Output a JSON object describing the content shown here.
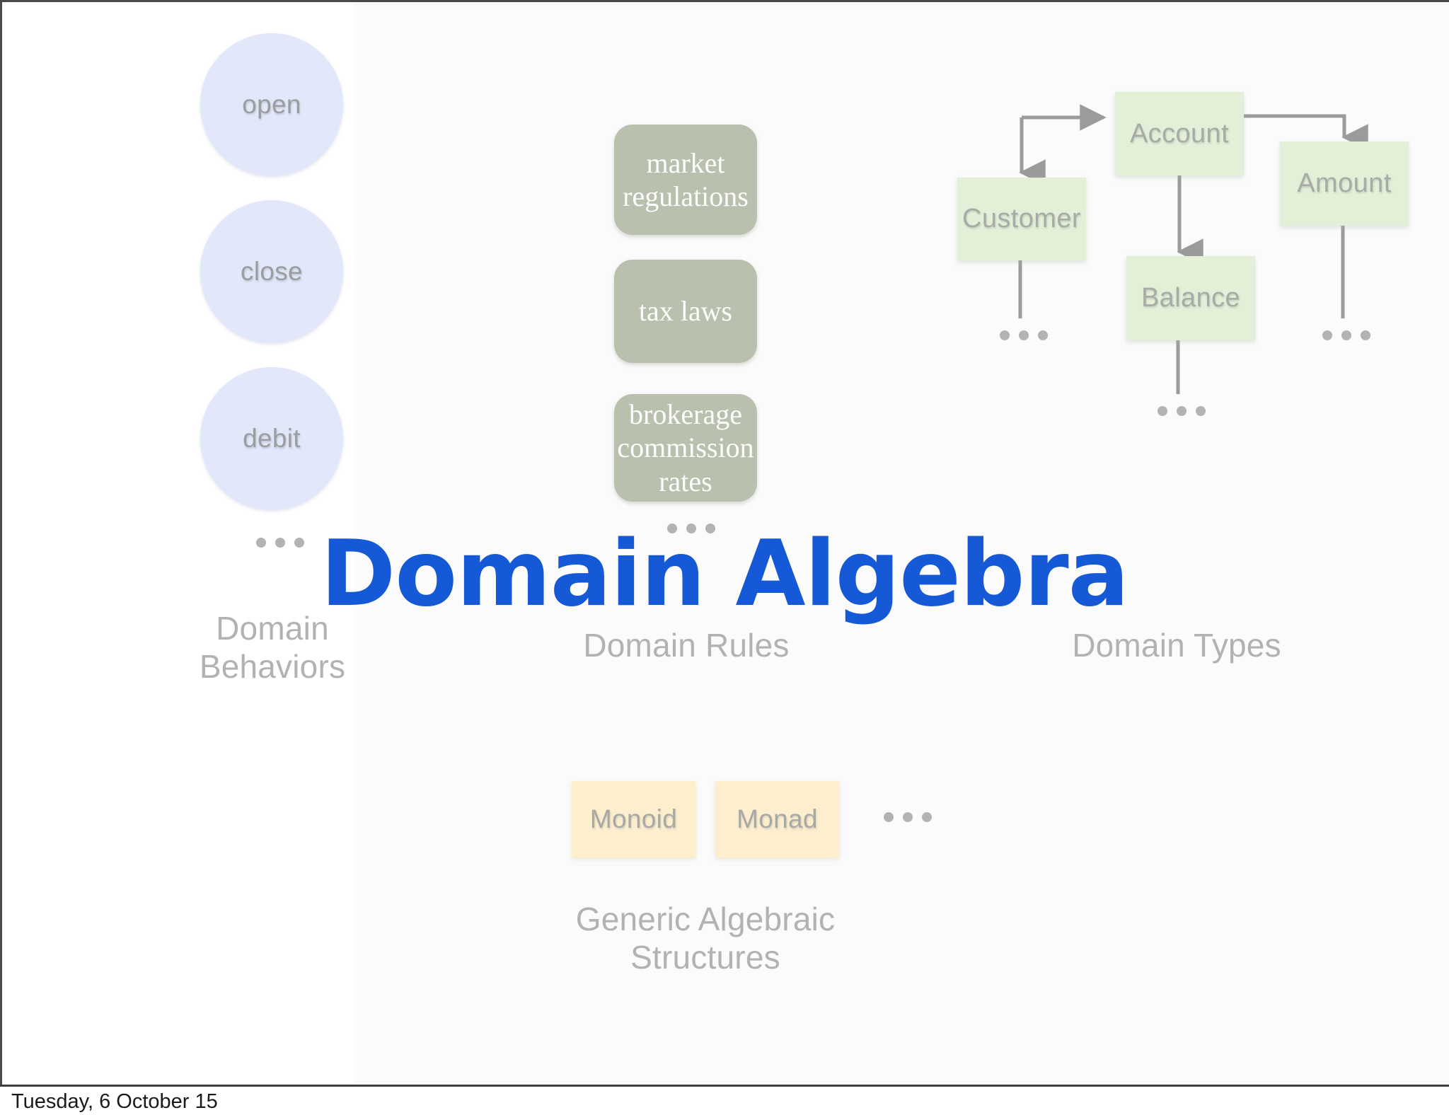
{
  "slide": {
    "title": "Domain Algebra",
    "title_color": "#1559d6",
    "background": "#ffffff",
    "footer_date": "Tuesday, 6 October 15"
  },
  "sections": {
    "behaviors": {
      "caption": "Domain\nBehaviors",
      "caption_line1": "Domain",
      "caption_line2": "Behaviors",
      "shape": "circle",
      "fill": "#e2e7fa",
      "items": [
        {
          "label": "open"
        },
        {
          "label": "close"
        },
        {
          "label": "debit"
        }
      ],
      "ellipsis": "•••"
    },
    "rules": {
      "caption": "Domain Rules",
      "shape": "rounded-rect",
      "fill": "#b9c0ad",
      "items": [
        {
          "label": "market\nregulations",
          "line1": "market",
          "line2": "regulations"
        },
        {
          "label": "tax laws",
          "line1": "tax laws",
          "line2": ""
        },
        {
          "label": "brokerage\ncommission\nrates",
          "line1": "brokerage",
          "line2": "commission",
          "line3": "rates"
        }
      ],
      "ellipsis": "•••"
    },
    "types": {
      "caption": "Domain Types",
      "shape": "rect",
      "fill": "#e3f0d7",
      "nodes": [
        {
          "id": "account",
          "label": "Account"
        },
        {
          "id": "customer",
          "label": "Customer"
        },
        {
          "id": "balance",
          "label": "Balance"
        },
        {
          "id": "amount",
          "label": "Amount"
        }
      ],
      "edges": [
        {
          "from": "account",
          "to": "customer",
          "style": "elbow-left",
          "arrowheads": "both"
        },
        {
          "from": "account",
          "to": "balance",
          "style": "straight-down",
          "arrowheads": "end"
        },
        {
          "from": "account",
          "to": "amount",
          "style": "elbow-right",
          "arrowheads": "end"
        },
        {
          "from": "customer",
          "to": "ellipsis-customer",
          "style": "straight-down",
          "arrowheads": "none"
        },
        {
          "from": "balance",
          "to": "ellipsis-balance",
          "style": "straight-down",
          "arrowheads": "none"
        },
        {
          "from": "amount",
          "to": "ellipsis-amount",
          "style": "straight-down",
          "arrowheads": "none"
        }
      ],
      "ellipsis": "•••",
      "edge_color": "#9b9b9b"
    },
    "generic": {
      "caption": "Generic Algebraic\nStructures",
      "caption_line1": "Generic Algebraic",
      "caption_line2": "Structures",
      "shape": "rect",
      "fill": "#fdeecd",
      "items": [
        {
          "label": "Monoid"
        },
        {
          "label": "Monad"
        }
      ],
      "ellipsis": "•••"
    }
  }
}
